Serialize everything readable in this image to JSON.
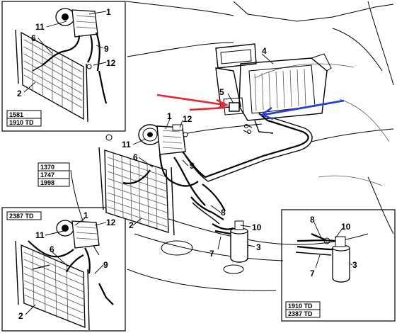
{
  "part_numbers": {
    "p1": "1",
    "p2": "2",
    "p3": "3",
    "p4": "4",
    "p5": "5",
    "p6": "6",
    "p7": "7",
    "p8": "8",
    "p9": "9",
    "p10": "10",
    "p11": "11",
    "p12": "12"
  },
  "engine_codes": {
    "top_left_1": "1581",
    "top_left_2": "1910 TD",
    "middle_1": "1370",
    "middle_2": "1747",
    "middle_3": "1998",
    "bottom_left": "2387 TD",
    "bottom_right_1": "1910 TD",
    "bottom_right_2": "2387 TD"
  },
  "colors": {
    "red_arrows": "#e8262b",
    "blue_arrow": "#2b3fd6",
    "line": "#000000"
  }
}
